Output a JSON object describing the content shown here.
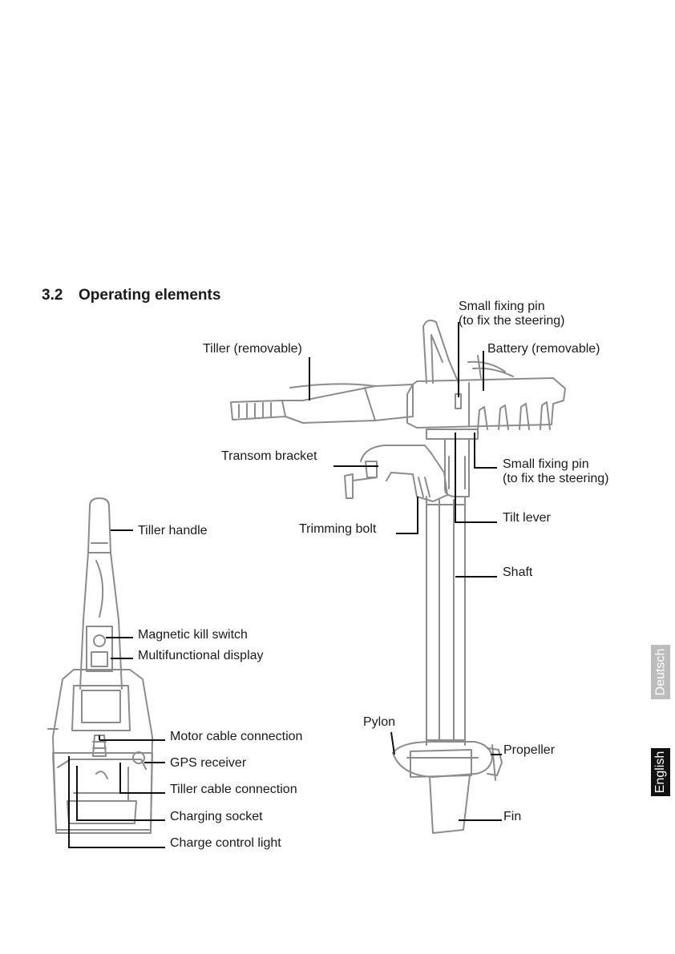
{
  "section": {
    "number": "3.2",
    "title": "Operating elements"
  },
  "labels": {
    "fixing_pin_top_1": "Small fixing pin",
    "fixing_pin_top_2": "(to fix the steering)",
    "tiller": "Tiller (removable)",
    "battery": "Battery (removable)",
    "transom_bracket": "Transom bracket",
    "fixing_pin_right_1": "Small fixing pin",
    "fixing_pin_right_2": "(to fix the steering)",
    "tilt_lever": "Tilt lever",
    "trimming_bolt": "Trimming bolt",
    "shaft": "Shaft",
    "tiller_handle": "Tiller handle",
    "magnetic_kill_switch": "Magnetic kill switch",
    "multifunctional_display": "Multifunctional display",
    "motor_cable_connection": "Motor cable connection",
    "gps_receiver": "GPS receiver",
    "tiller_cable_connection": "Tiller cable connection",
    "charging_socket": "Charging socket",
    "charge_control_light": "Charge control light",
    "pylon": "Pylon",
    "propeller": "Propeller",
    "fin": "Fin"
  },
  "language_tabs": {
    "deutsch": "Deutsch",
    "english": "English"
  },
  "colors": {
    "drawing_stroke": "#8c8c8c",
    "leader_line": "#111111",
    "active_tab": "#111111",
    "inactive_tab": "#bdbdbd"
  }
}
